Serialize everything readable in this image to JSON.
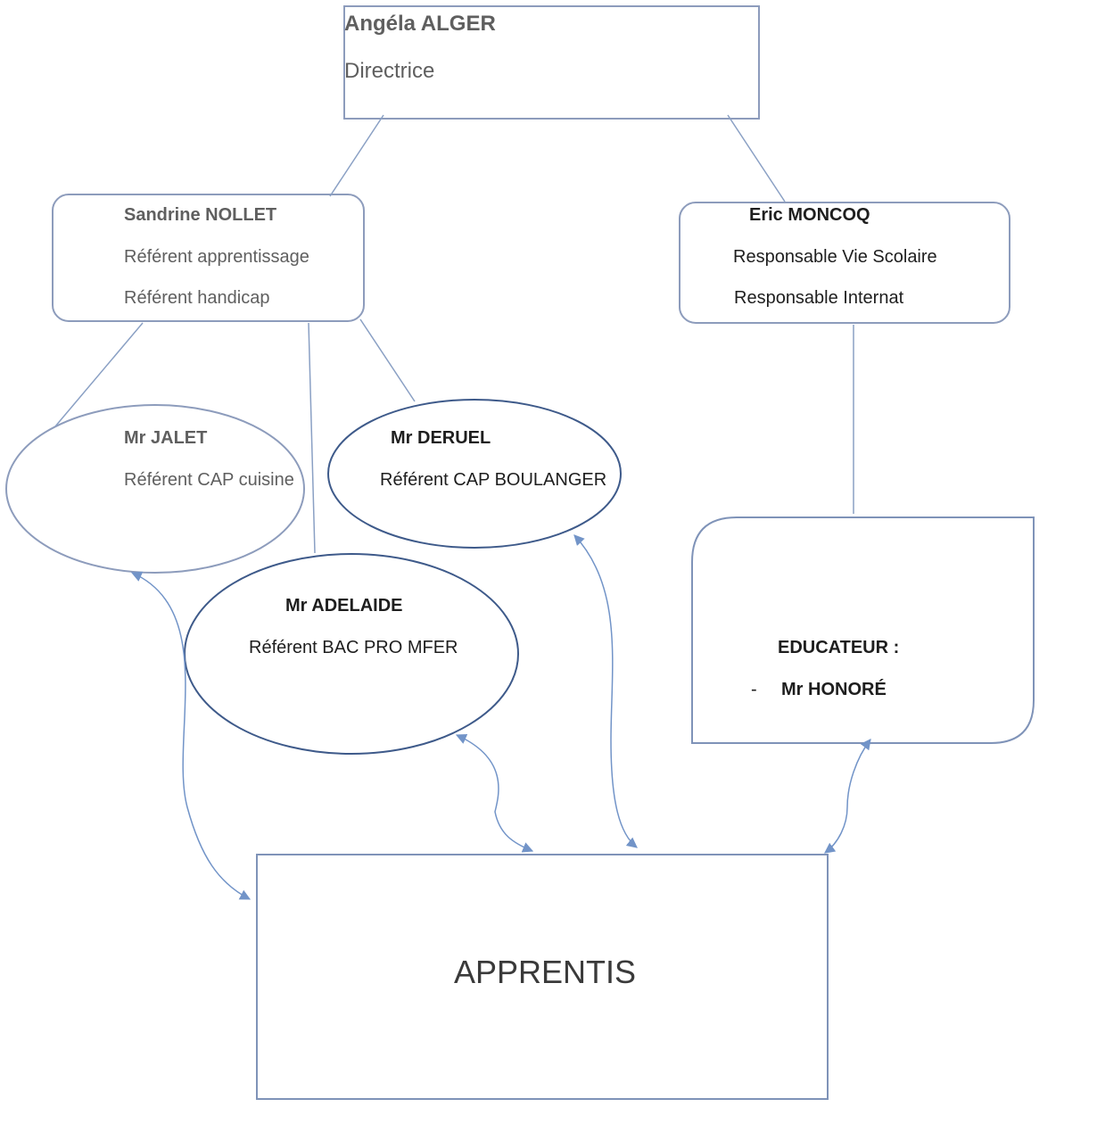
{
  "colors": {
    "line": "#8aa0c4",
    "box_border": "#8d9cbc",
    "ellipse_border": "#3e5a8a",
    "arrow": "#7294c8"
  },
  "nodes": {
    "directrice": {
      "name": "Angéla ALGER",
      "role": "Directrice"
    },
    "nollet": {
      "name": "Sandrine NOLLET",
      "role1": "Référent apprentissage",
      "role2": "Référent handicap"
    },
    "moncoq": {
      "name": "Eric MONCOQ",
      "role1": "Responsable Vie Scolaire",
      "role2": "Responsable Internat"
    },
    "jalet": {
      "name": "Mr JALET",
      "role": "Référent CAP cuisine"
    },
    "deruel": {
      "name": "Mr DERUEL",
      "role": "Référent CAP BOULANGER"
    },
    "adelaide": {
      "name": "Mr ADELAIDE",
      "role": "Référent BAC PRO MFER"
    },
    "educateur": {
      "title": "EDUCATEUR :",
      "dash": "-",
      "name": "Mr HONORÉ"
    },
    "apprentis": {
      "label": "APPRENTIS"
    }
  }
}
